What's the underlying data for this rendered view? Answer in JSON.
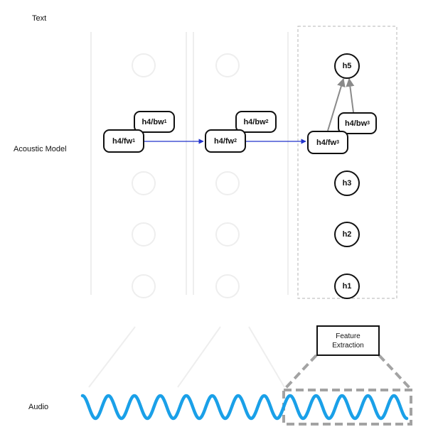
{
  "labels": {
    "text_row": "Text",
    "acoustic_row": "Acoustic Model",
    "audio_row": "Audio"
  },
  "timesteps": [
    {
      "fw": "h4/fw",
      "fw_sub": "1",
      "bw": "h4/bw",
      "bw_sub": "1"
    },
    {
      "fw": "h4/fw",
      "fw_sub": "2",
      "bw": "h4/bw",
      "bw_sub": "2"
    },
    {
      "fw": "h4/fw",
      "fw_sub": "3",
      "bw": "h4/bw",
      "bw_sub": "3"
    }
  ],
  "stack": {
    "top": "h5",
    "lower": [
      "h3",
      "h2",
      "h1"
    ]
  },
  "feature_extraction": {
    "line1": "Feature",
    "line2": "Extraction"
  },
  "colors": {
    "wave": "#1aa0e8",
    "recurrent_arrow": "#2233cc",
    "stack_arrow": "#8a8a8a",
    "dashed_border": "#b5b5b5",
    "ghost": "#eeeeee"
  }
}
